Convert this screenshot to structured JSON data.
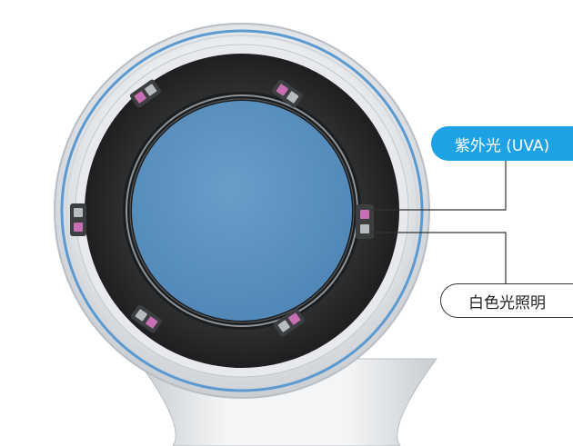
{
  "colors": {
    "accent": "#1da2e6",
    "lens": "#5f95c2",
    "bezel": "#2a2b2c",
    "housing": "#eef0f2",
    "housing_stripe": "#5a9ad0",
    "led_uv": "#c66fb2",
    "led_white": "#b8bcbf",
    "leader_line": "#333333"
  },
  "callouts": {
    "uva": {
      "label": "紫外光 (UVA)",
      "icon": "uv-led"
    },
    "white": {
      "label": "白色光照明",
      "icon": "white-led"
    }
  }
}
